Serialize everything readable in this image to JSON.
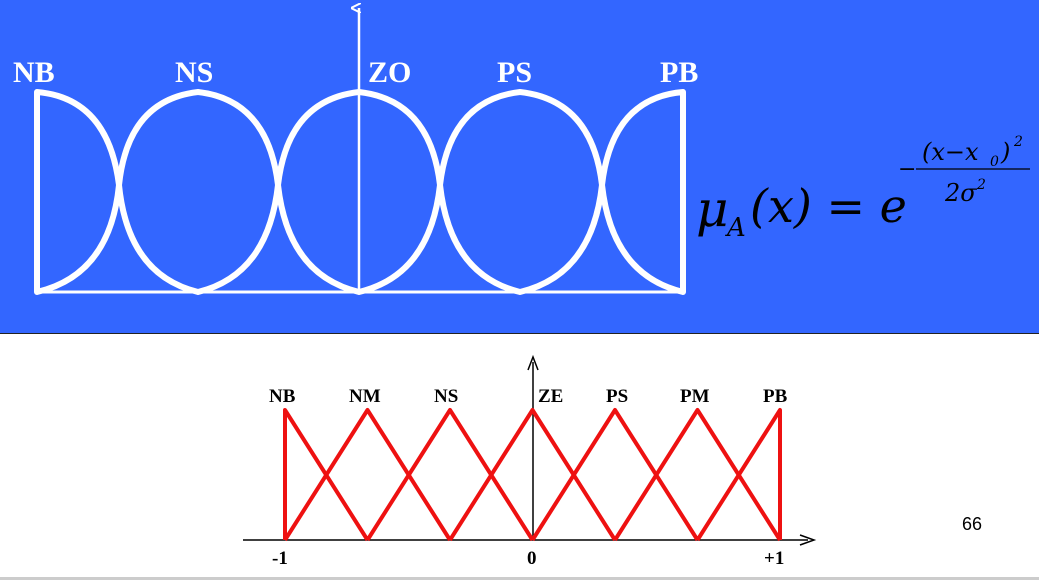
{
  "top_diagram": {
    "labels": [
      "NB",
      "NS",
      "ZO",
      "PS",
      "PB"
    ],
    "curve_color": "#ffffff",
    "background": "#3366ff"
  },
  "formula": {
    "lhs_mu": "μ",
    "lhs_sub": "A",
    "lhs_arg": "(x) = e",
    "exp_minus": "−",
    "exp_numerator": "(x−x",
    "exp_num_sub": "0",
    "exp_num_close": ")",
    "exp_num_pow": "2",
    "exp_denominator": "2σ",
    "exp_den_pow": "2"
  },
  "bottom_diagram": {
    "labels": [
      "NB",
      "NM",
      "NS",
      "ZE",
      "PS",
      "PM",
      "PB"
    ],
    "axis_ticks": [
      "-1",
      "0",
      "+1"
    ],
    "line_color": "#ee1111"
  },
  "page_number": "66"
}
